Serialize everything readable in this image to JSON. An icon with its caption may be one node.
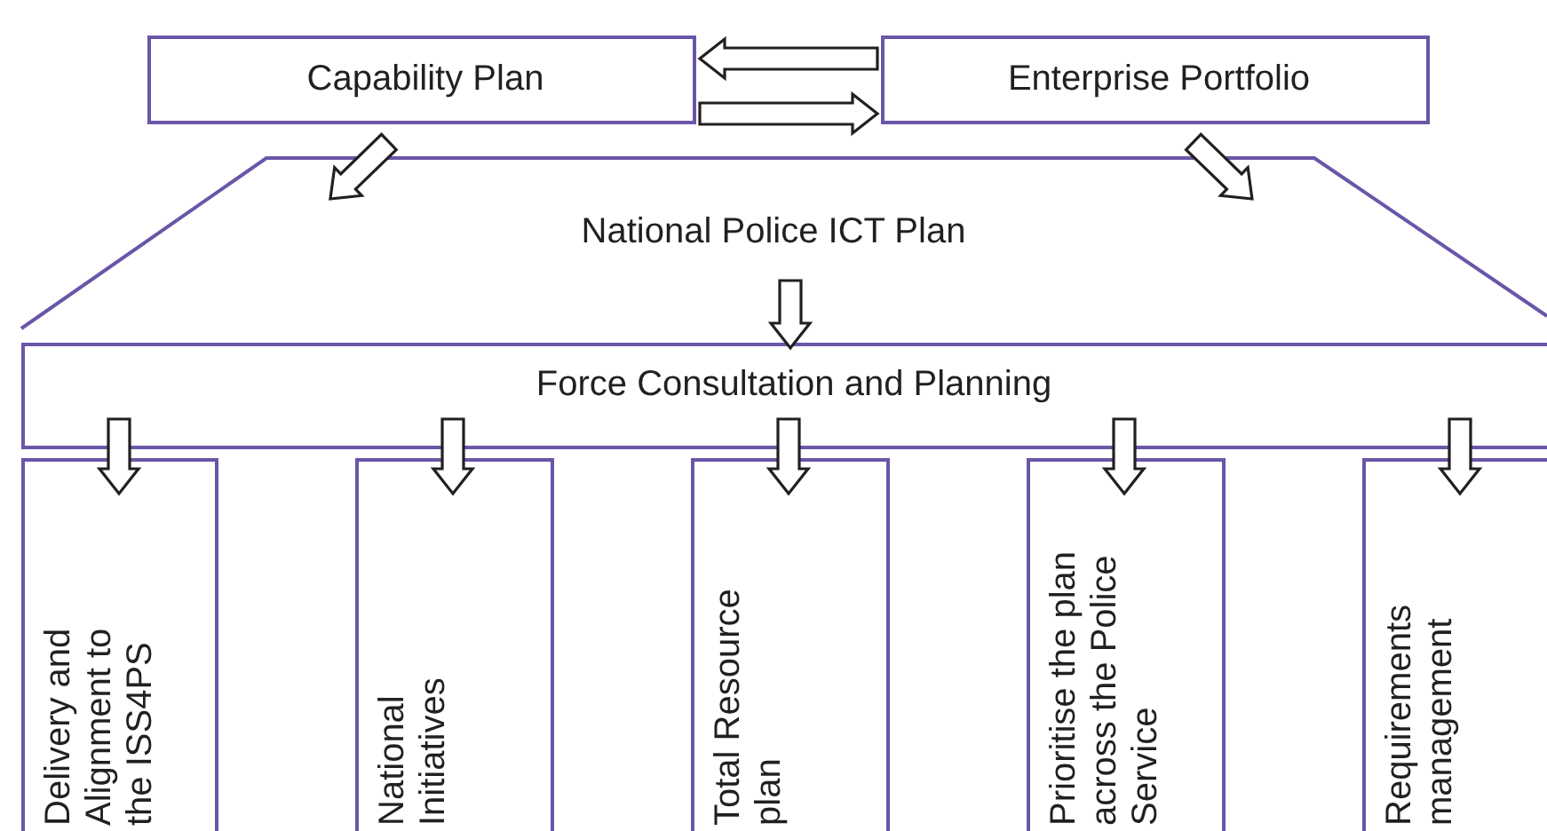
{
  "diagram": {
    "nodes": [
      {
        "text": [
          "Capability Plan"
        ]
      },
      {
        "text": [
          "Enterprise Portfolio"
        ]
      },
      {
        "text": [
          "National Police ICT Plan"
        ]
      },
      {
        "text": [
          "Force Consultation and Planning"
        ]
      },
      {
        "text": [
          "Delivery and Alignment to the ISS4PS"
        ]
      },
      {
        "text": [
          "National Initiatives"
        ]
      },
      {
        "text": [
          "Total Resource plan"
        ]
      },
      {
        "text": [
          "Prioritise the plan across the Police Service"
        ]
      },
      {
        "text": [
          "Requirements management"
        ]
      }
    ],
    "edges": [
      {
        "from": 1,
        "to": 0,
        "arrow": "to"
      },
      {
        "from": 0,
        "to": 1,
        "arrow": "to"
      },
      {
        "from": 0,
        "to": 2,
        "arrow": "to"
      },
      {
        "from": 1,
        "to": 2,
        "arrow": "to"
      },
      {
        "from": 2,
        "to": 3,
        "arrow": "to"
      },
      {
        "from": 3,
        "to": 4,
        "arrow": "to"
      },
      {
        "from": 3,
        "to": 5,
        "arrow": "to"
      },
      {
        "from": 3,
        "to": 6,
        "arrow": "to"
      },
      {
        "from": 3,
        "to": 7,
        "arrow": "to"
      },
      {
        "from": 3,
        "to": 8,
        "arrow": "to"
      }
    ]
  }
}
